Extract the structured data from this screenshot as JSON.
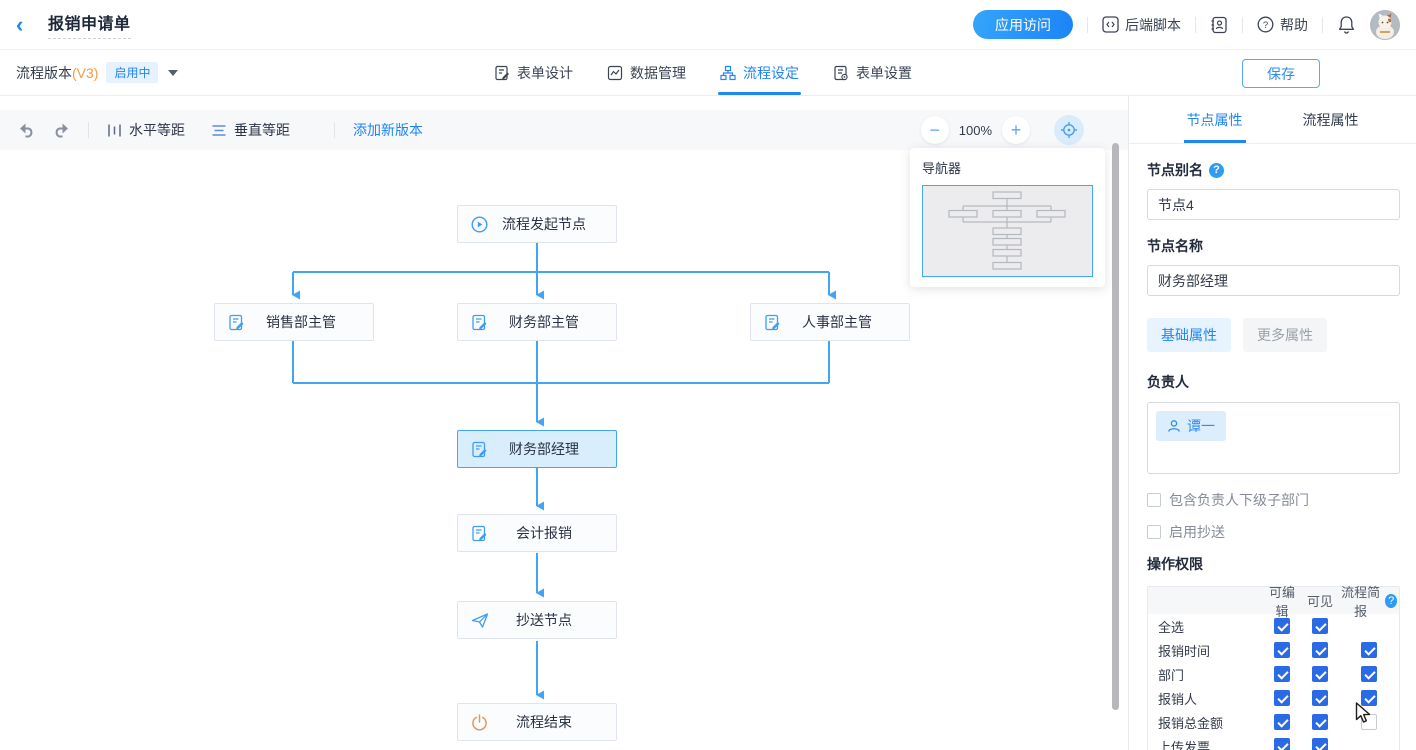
{
  "header": {
    "title": "报销申请单",
    "app_access_button": "应用访问",
    "backend_script": "后端脚本",
    "help": "帮助"
  },
  "subheader": {
    "version_label": "流程版本",
    "version_tag": "(V3)",
    "status_badge": "启用中",
    "tabs": [
      {
        "label": "表单设计",
        "active": false
      },
      {
        "label": "数据管理",
        "active": false
      },
      {
        "label": "流程设定",
        "active": true
      },
      {
        "label": "表单设置",
        "active": false
      }
    ],
    "save_button": "保存"
  },
  "toolbar": {
    "horizontal_spacing": "水平等距",
    "vertical_spacing": "垂直等距",
    "add_version": "添加新版本",
    "zoom_level": "100%"
  },
  "navigator": {
    "title": "导航器"
  },
  "flowchart": {
    "accent_color": "#42a4f5",
    "nodes": [
      {
        "label": "流程发起节点",
        "type": "start"
      },
      {
        "label": "销售部主管",
        "type": "approval"
      },
      {
        "label": "财务部主管",
        "type": "approval"
      },
      {
        "label": "人事部主管",
        "type": "approval"
      },
      {
        "label": "财务部经理",
        "type": "approval",
        "selected": true
      },
      {
        "label": "会计报销",
        "type": "approval"
      },
      {
        "label": "抄送节点",
        "type": "cc"
      },
      {
        "label": "流程结束",
        "type": "end"
      }
    ]
  },
  "panel": {
    "tabs": [
      {
        "label": "节点属性",
        "active": true
      },
      {
        "label": "流程属性",
        "active": false
      }
    ],
    "node_alias_label": "节点别名",
    "node_alias_value": "节点4",
    "node_name_label": "节点名称",
    "node_name_value": "财务部经理",
    "basic_props_button": "基础属性",
    "more_props_button": "更多属性",
    "owner_label": "负责人",
    "owner_chip": "谭一",
    "checkbox_sub_dept": "包含负责人下级子部门",
    "checkbox_cc": "启用抄送",
    "permissions_title": "操作权限",
    "perm_columns": [
      "可编辑",
      "可见",
      "流程简报"
    ],
    "perm_rows": [
      {
        "label": "全选",
        "editable": true,
        "visible": true,
        "report": null
      },
      {
        "label": "报销时间",
        "editable": true,
        "visible": true,
        "report": true
      },
      {
        "label": "部门",
        "editable": true,
        "visible": true,
        "report": true
      },
      {
        "label": "报销人",
        "editable": true,
        "visible": true,
        "report": true
      },
      {
        "label": "报销总金额",
        "editable": true,
        "visible": true,
        "report": false
      },
      {
        "label": "上传发票",
        "editable": true,
        "visible": true,
        "report": null
      }
    ]
  },
  "colors": {
    "accent": "#2086f4",
    "checkbox_blue": "#2a6ae4",
    "arrow_blue": "#42a4f5",
    "end_node_orange": "#dd9b55",
    "selected_node_bg": "#d9eefd"
  }
}
